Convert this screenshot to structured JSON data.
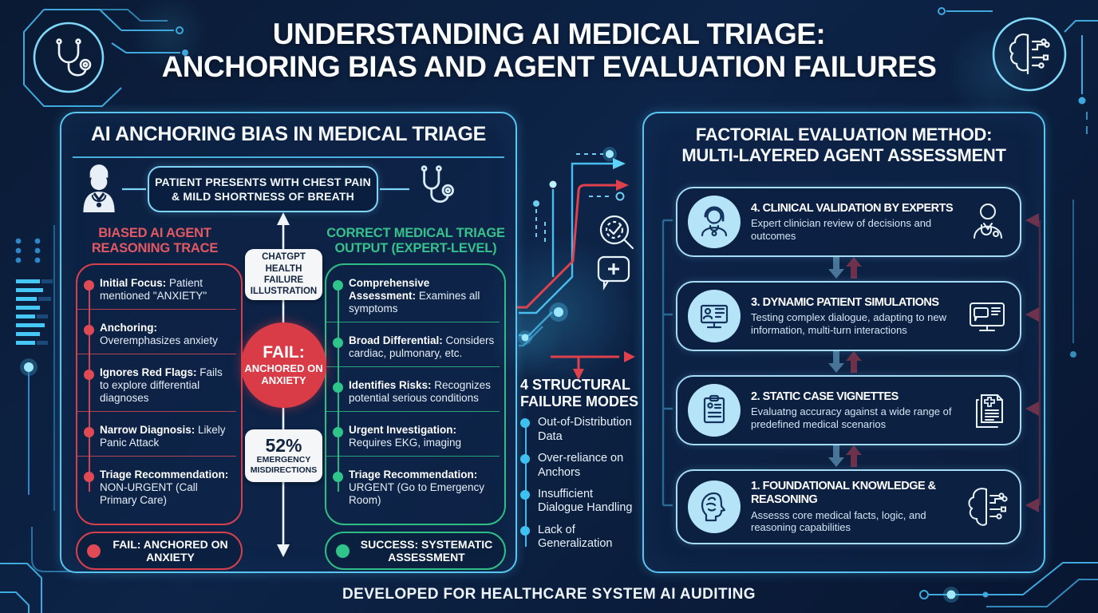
{
  "header": {
    "title_line1": "UNDERSTANDING AI MEDICAL TRIAGE:",
    "title_line2": "ANCHORING BIAS AND AGENT EVALUATION FAILURES"
  },
  "left_panel": {
    "title": "AI ANCHORING BIAS IN MEDICAL TRIAGE",
    "patient_box_line1": "PATIENT PRESENTS WITH CHEST PAIN",
    "patient_box_line2": "& MILD SHORTNESS OF BREATH",
    "biased": {
      "heading_line1": "BIASED AI AGENT",
      "heading_line2": "REASONING TRACE",
      "items": [
        {
          "label": "Initial Focus:",
          "text": "Patient mentioned \"ANXIETY\""
        },
        {
          "label": "Anchoring:",
          "text": "Overemphasizes anxiety"
        },
        {
          "label": "Ignores Red Flags:",
          "text": "Fails to explore differential diagnoses"
        },
        {
          "label": "Narrow Diagnosis:",
          "text": "Likely Panic Attack"
        },
        {
          "label": "Triage Recommendation:",
          "text": "NON-URGENT (Call Primary Care)"
        }
      ],
      "badge": "FAIL: ANCHORED ON ANXIETY"
    },
    "middle": {
      "top_box": "CHATGPT HEALTH FAILURE ILLUSTRATION",
      "fail_circle_line1": "FAIL:",
      "fail_circle_line2": "ANCHORED ON ANXIETY",
      "stat_value": "52%",
      "stat_label": "EMERGENCY MISDIRECTIONS"
    },
    "correct": {
      "heading_line1": "CORRECT MEDICAL TRIAGE",
      "heading_line2": "OUTPUT (EXPERT-LEVEL)",
      "items": [
        {
          "label": "Comprehensive Assessment:",
          "text": "Examines all symptoms"
        },
        {
          "label": "Broad Differential:",
          "text": "Considers cardiac, pulmonary, etc."
        },
        {
          "label": "Identifies Risks:",
          "text": "Recognizes potential serious conditions"
        },
        {
          "label": "Urgent Investigation:",
          "text": "Requires EKG, imaging"
        },
        {
          "label": "Triage Recommendation:",
          "text": "URGENT (Go to Emergency Room)"
        }
      ],
      "badge": "SUCCESS: SYSTEMATIC ASSESSMENT"
    }
  },
  "failure_modes": {
    "heading_line1": "4 STRUCTURAL",
    "heading_line2": "FAILURE MODES",
    "items": [
      "Out-of-Distribution Data",
      "Over-reliance on Anchors",
      "Insufficient Dialogue Handling",
      "Lack of Generalization"
    ]
  },
  "right_panel": {
    "title_line1": "FACTORIAL EVALUATION METHOD:",
    "title_line2": "MULTI-LAYERED AGENT ASSESSMENT",
    "cards": [
      {
        "title": "4. CLINICAL VALIDATION BY EXPERTS",
        "desc": "Expert clinician review of decisions and outcomes"
      },
      {
        "title": "3. DYNAMIC PATIENT SIMULATIONS",
        "desc": "Testing complex dialogue, adapting to new information, multi-turn interactions"
      },
      {
        "title": "2. STATIC CASE VIGNETTES",
        "desc": "Evaluatng accuracy against a wide range of predefined medical scenarios"
      },
      {
        "title": "1. FOUNDATIONAL KNOWLEDGE & REASONING",
        "desc": "Assesss core medical facts, logic, and reasoning capabilities"
      }
    ]
  },
  "footer": "DEVELOPED FOR HEALTHCARE SYSTEM AI AUDITING",
  "icons": {
    "top_left": "stethoscope-icon",
    "top_right": "brain-circuit-icon",
    "patient_row_left": "doctor-icon",
    "patient_row_right": "stethoscope-icon",
    "middle_column": [
      "magnifier-check-icon",
      "medical-chat-icon"
    ],
    "cards_left": [
      "clinician-icon",
      "simulation-monitor-icon",
      "clipboard-icon",
      "head-brain-icon"
    ],
    "cards_right": [
      "doctor-outline-icon",
      "monitor-chat-icon",
      "medical-documents-icon",
      "brain-circuit-icon"
    ]
  },
  "colors": {
    "background": "#0b1d3a",
    "accent_cyan": "#4fc6f2",
    "panel_border": "#58c4ef",
    "fail_red": "#e0404c",
    "success_green": "#2fc489",
    "card_border": "#a5dcf7",
    "icon_circle": "#b5e4f8",
    "white_box_bg": "#f4f6f8"
  }
}
